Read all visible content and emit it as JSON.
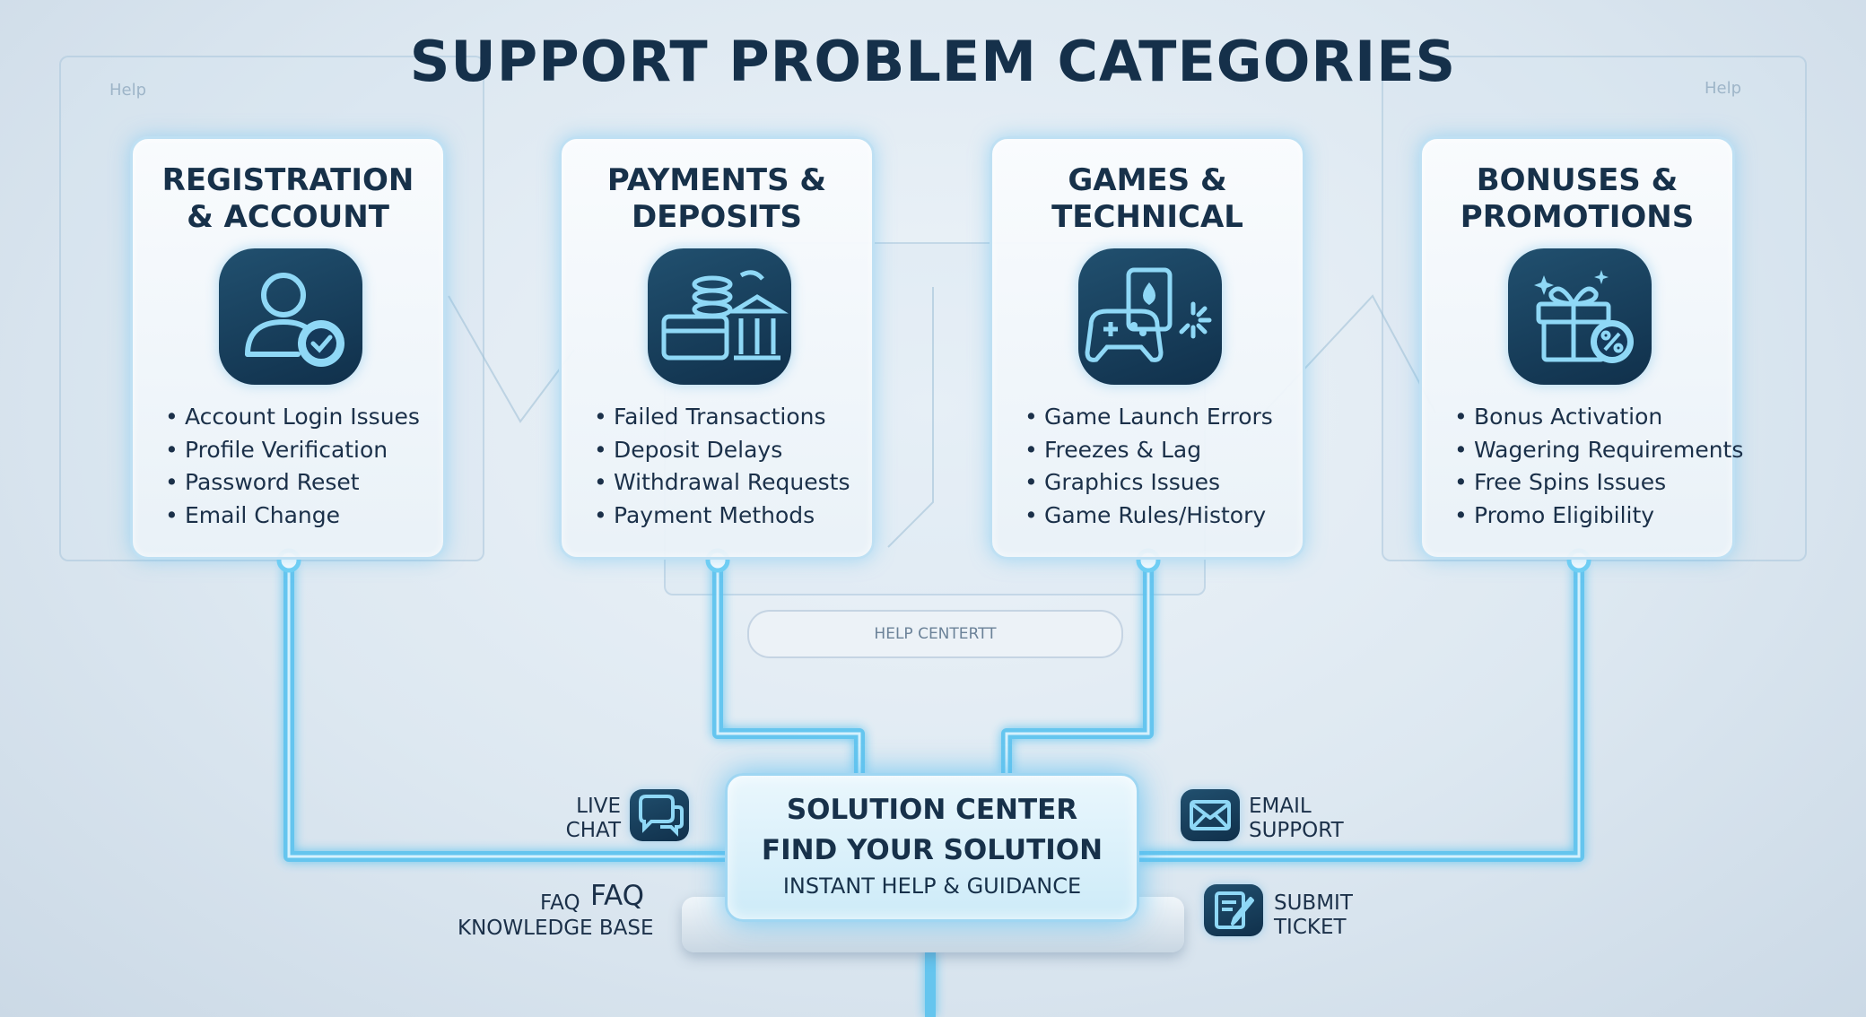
{
  "title": "SUPPORT PROBLEM CATEGORIES",
  "background": {
    "help_left": "Help",
    "help_right": "Help",
    "help_center": "HELP CENTERTT"
  },
  "categories": [
    {
      "title": "REGISTRATION\n& ACCOUNT",
      "icon": "user-gear-icon",
      "items": [
        "Account Login Issues",
        "Profile Verification",
        "Password Reset",
        "Email Change"
      ]
    },
    {
      "title": "PAYMENTS &\nDEPOSITS",
      "icon": "coins-card-bank-icon",
      "items": [
        "Failed Transactions",
        "Deposit Delays",
        "Withdrawal Requests",
        "Payment Methods"
      ]
    },
    {
      "title": "GAMES &\nTECHNICAL",
      "icon": "gamepad-card-icon",
      "items": [
        "Game Launch Errors",
        "Freezes & Lag",
        "Graphics Issues",
        "Game Rules/History"
      ]
    },
    {
      "title": "BONUSES &\nPROMOTIONS",
      "icon": "gift-percent-icon",
      "items": [
        "Bonus Activation",
        "Wagering Requirements",
        "Free Spins Issues",
        "Promo Eligibility"
      ]
    }
  ],
  "hub": {
    "title": "SOLUTION CENTER",
    "subtitle": "FIND YOUR SOLUTION",
    "tagline": "INSTANT HELP & GUIDANCE"
  },
  "channels": {
    "live_chat": "LIVE\nCHAT",
    "faq_small": "FAQ",
    "faq_big": "FAQ",
    "knowledge_base": "KNOWLEDGE BASE",
    "email_support": "EMAIL\nSUPPORT",
    "submit_ticket": "SUBMIT\nTICKET"
  },
  "colors": {
    "title": "#15304a",
    "connector": "#5fc4ef",
    "icon_tile": "#15395a",
    "icon_glyph": "#8fd8f6"
  }
}
